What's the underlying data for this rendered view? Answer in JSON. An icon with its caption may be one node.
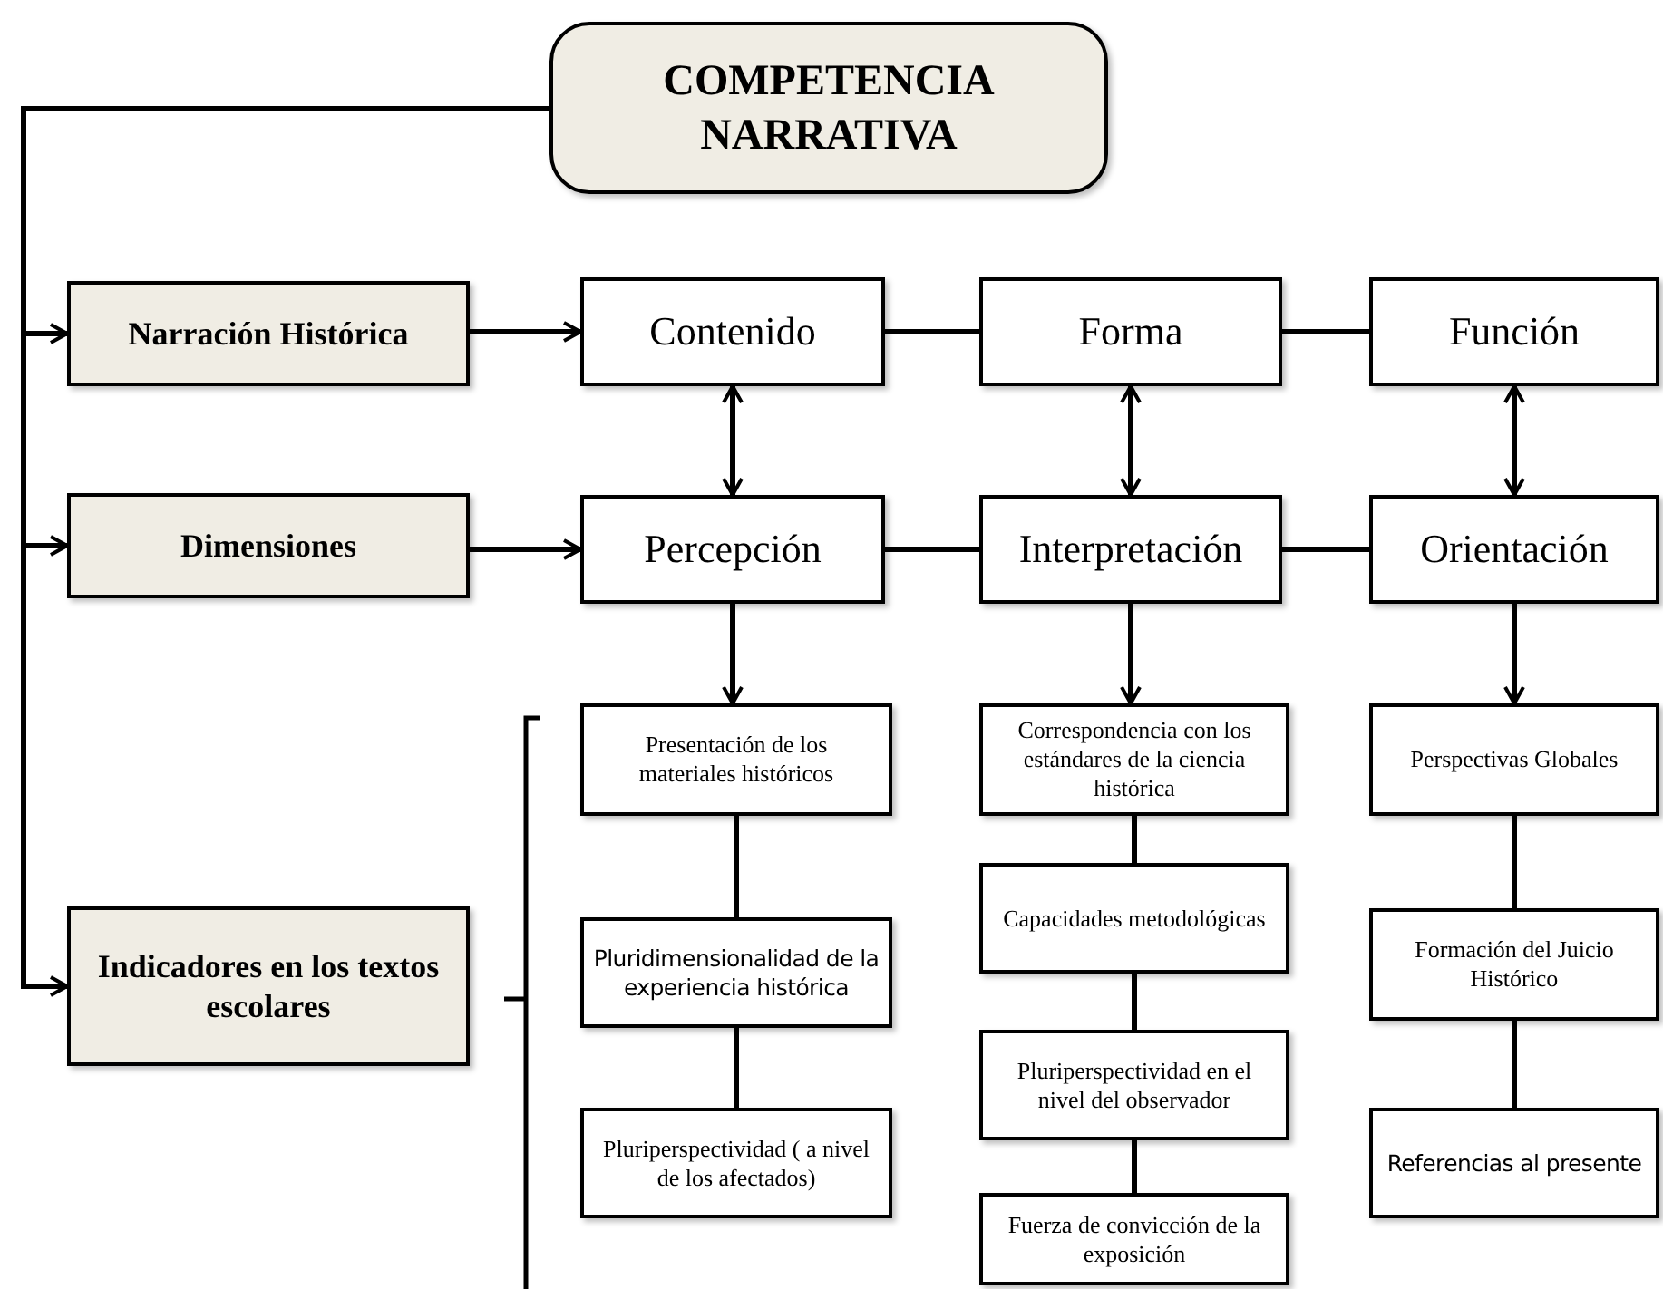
{
  "diagram": {
    "nodes": [
      {
        "text": [
          "COMPETENCIA NARRATIVA"
        ]
      },
      {
        "text": [
          "Narración Histórica"
        ]
      },
      {
        "text": [
          "Dimensiones"
        ]
      },
      {
        "text": [
          "Indicadores en los textos escolares"
        ]
      },
      {
        "text": [
          "Contenido"
        ]
      },
      {
        "text": [
          "Forma"
        ]
      },
      {
        "text": [
          "Función"
        ]
      },
      {
        "text": [
          "Percepción"
        ]
      },
      {
        "text": [
          "Interpretación"
        ]
      },
      {
        "text": [
          "Orientación"
        ]
      },
      {
        "text": [
          "Presentación de los materiales históricos"
        ]
      },
      {
        "text": [
          "Pluridimensionalidad de la experiencia histórica"
        ]
      },
      {
        "text": [
          "Pluriperspectividad ( a nivel de los afectados)"
        ]
      },
      {
        "text": [
          "Correspondencia con los estándares de la ciencia histórica"
        ]
      },
      {
        "text": [
          "Capacidades metodológicas"
        ]
      },
      {
        "text": [
          "Pluriperspectividad en el nivel del observador"
        ]
      },
      {
        "text": [
          "Fuerza de convicción de la exposición"
        ]
      },
      {
        "text": [
          "Perspectivas Globales"
        ]
      },
      {
        "text": [
          "Formación del Juicio Histórico"
        ]
      },
      {
        "text": [
          "Referencias al presente"
        ]
      }
    ],
    "edges": [
      {
        "from": 0,
        "to": 1,
        "arrow": "to"
      },
      {
        "from": 0,
        "to": 2,
        "arrow": "to"
      },
      {
        "from": 0,
        "to": 3,
        "arrow": "to"
      },
      {
        "from": 1,
        "to": 4,
        "arrow": "to"
      },
      {
        "from": 2,
        "to": 7,
        "arrow": "to"
      },
      {
        "from": 4,
        "to": 5,
        "arrow": "none"
      },
      {
        "from": 5,
        "to": 6,
        "arrow": "none"
      },
      {
        "from": 7,
        "to": 8,
        "arrow": "none"
      },
      {
        "from": 8,
        "to": 9,
        "arrow": "none"
      },
      {
        "from": 4,
        "to": 7,
        "arrow": "both"
      },
      {
        "from": 5,
        "to": 8,
        "arrow": "both"
      },
      {
        "from": 6,
        "to": 9,
        "arrow": "both"
      },
      {
        "from": 7,
        "to": 10,
        "arrow": "to"
      },
      {
        "from": 8,
        "to": 13,
        "arrow": "to"
      },
      {
        "from": 9,
        "to": 17,
        "arrow": "to"
      },
      {
        "from": 10,
        "to": 11,
        "arrow": "none"
      },
      {
        "from": 11,
        "to": 12,
        "arrow": "none"
      },
      {
        "from": 13,
        "to": 14,
        "arrow": "none"
      },
      {
        "from": 14,
        "to": 15,
        "arrow": "none"
      },
      {
        "from": 15,
        "to": 16,
        "arrow": "none"
      },
      {
        "from": 17,
        "to": 18,
        "arrow": "none"
      },
      {
        "from": 18,
        "to": 19,
        "arrow": "none"
      }
    ]
  }
}
